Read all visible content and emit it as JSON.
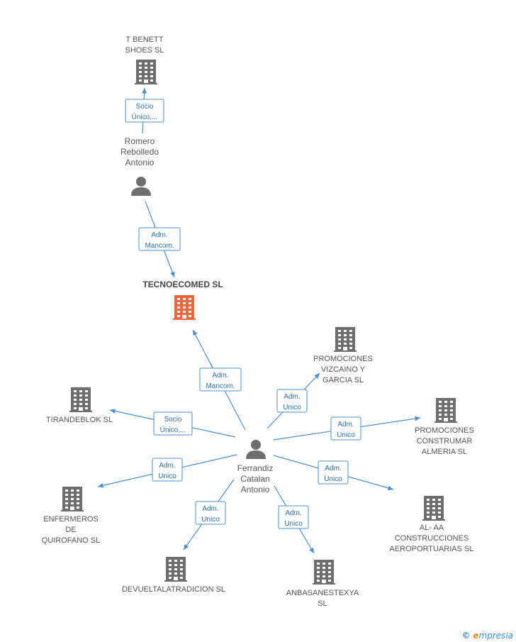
{
  "colors": {
    "edge": "#4a8fd6",
    "building": "#6e6e6e",
    "center_building": "#f0663c",
    "person": "#6e6e6e"
  },
  "companies": [
    {
      "id": "tbenett",
      "lines": [
        "T BENETT",
        "SHOES SL"
      ],
      "icon": "building-icon"
    },
    {
      "id": "tecnoecomed",
      "lines": [
        "TECNOECOMED SL"
      ],
      "icon": "building-icon",
      "highlight": true
    },
    {
      "id": "vizcaino",
      "lines": [
        "PROMOCIONES",
        "VIZCAINO Y",
        "GARCIA SL"
      ],
      "icon": "building-icon"
    },
    {
      "id": "tirandeblok",
      "lines": [
        "TIRANDEBLOK SL"
      ],
      "icon": "building-icon"
    },
    {
      "id": "construmar",
      "lines": [
        "PROMOCIONES",
        "CONSTRUMAR",
        "ALMERIA SL"
      ],
      "icon": "building-icon"
    },
    {
      "id": "enfermeros",
      "lines": [
        "ENFERMEROS",
        "DE",
        "QUIROFANO SL"
      ],
      "icon": "building-icon"
    },
    {
      "id": "alaa",
      "lines": [
        "AL- AA",
        "CONSTRUCCIONES",
        "AEROPORTUARIAS SL"
      ],
      "icon": "building-icon"
    },
    {
      "id": "devuelta",
      "lines": [
        "DEVUELTALATRADICION SL"
      ],
      "icon": "building-icon"
    },
    {
      "id": "anbasa",
      "lines": [
        "ANBASANESTEXYA",
        "SL"
      ],
      "icon": "building-icon"
    }
  ],
  "persons": [
    {
      "id": "romero",
      "lines": [
        "Romero",
        "Rebolledo",
        "Antonio"
      ],
      "icon": "person-icon"
    },
    {
      "id": "ferrandiz",
      "lines": [
        "Ferrandiz",
        "Catalan",
        "Antonio"
      ],
      "icon": "person-icon"
    }
  ],
  "edges": [
    {
      "from": "romero",
      "to": "tbenett",
      "lines": [
        "Socio",
        "Único,..."
      ]
    },
    {
      "from": "romero",
      "to": "tecnoecomed",
      "lines": [
        "Adm.",
        "Mancom."
      ]
    },
    {
      "from": "ferrandiz",
      "to": "tecnoecomed",
      "lines": [
        "Adm.",
        "Mancom."
      ]
    },
    {
      "from": "ferrandiz",
      "to": "vizcaino",
      "lines": [
        "Adm.",
        "Unico"
      ]
    },
    {
      "from": "ferrandiz",
      "to": "tirandeblok",
      "lines": [
        "Socio",
        "Único,..."
      ]
    },
    {
      "from": "ferrandiz",
      "to": "construmar",
      "lines": [
        "Adm.",
        "Unico"
      ]
    },
    {
      "from": "ferrandiz",
      "to": "enfermeros",
      "lines": [
        "Adm.",
        "Unico"
      ]
    },
    {
      "from": "ferrandiz",
      "to": "alaa",
      "lines": [
        "Adm.",
        "Unico"
      ]
    },
    {
      "from": "ferrandiz",
      "to": "devuelta",
      "lines": [
        "Adm.",
        "Unico"
      ]
    },
    {
      "from": "ferrandiz",
      "to": "anbasa",
      "lines": [
        "Adm.",
        "Unico"
      ]
    }
  ],
  "footer": {
    "copyright": "©",
    "brand_initial": "e",
    "brand_rest": "mpresia"
  }
}
